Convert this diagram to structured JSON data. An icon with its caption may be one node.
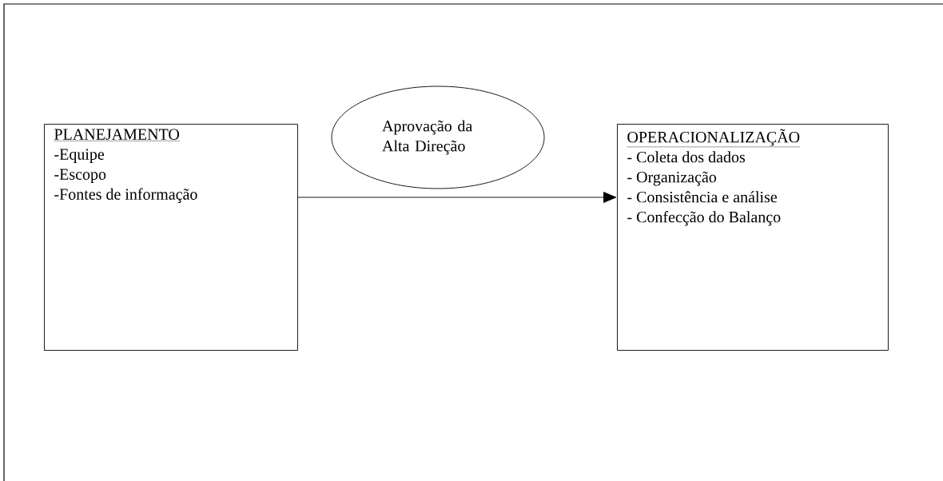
{
  "diagram": {
    "nodes": [
      {
        "text": [
          "PLANEJAMENTO",
          "-Equipe",
          "-Escopo",
          "-Fontes de informação"
        ]
      },
      {
        "text": [
          "Aprovação da Alta Direção"
        ]
      },
      {
        "text": [
          "OPERACIONALIZAÇÃO",
          "- Coleta dos dados",
          "- Organização",
          "- Consistência e análise",
          "- Confecção do Balanço"
        ]
      }
    ],
    "edges": [
      {
        "from": 0,
        "to": 2,
        "arrow": "to"
      }
    ]
  }
}
